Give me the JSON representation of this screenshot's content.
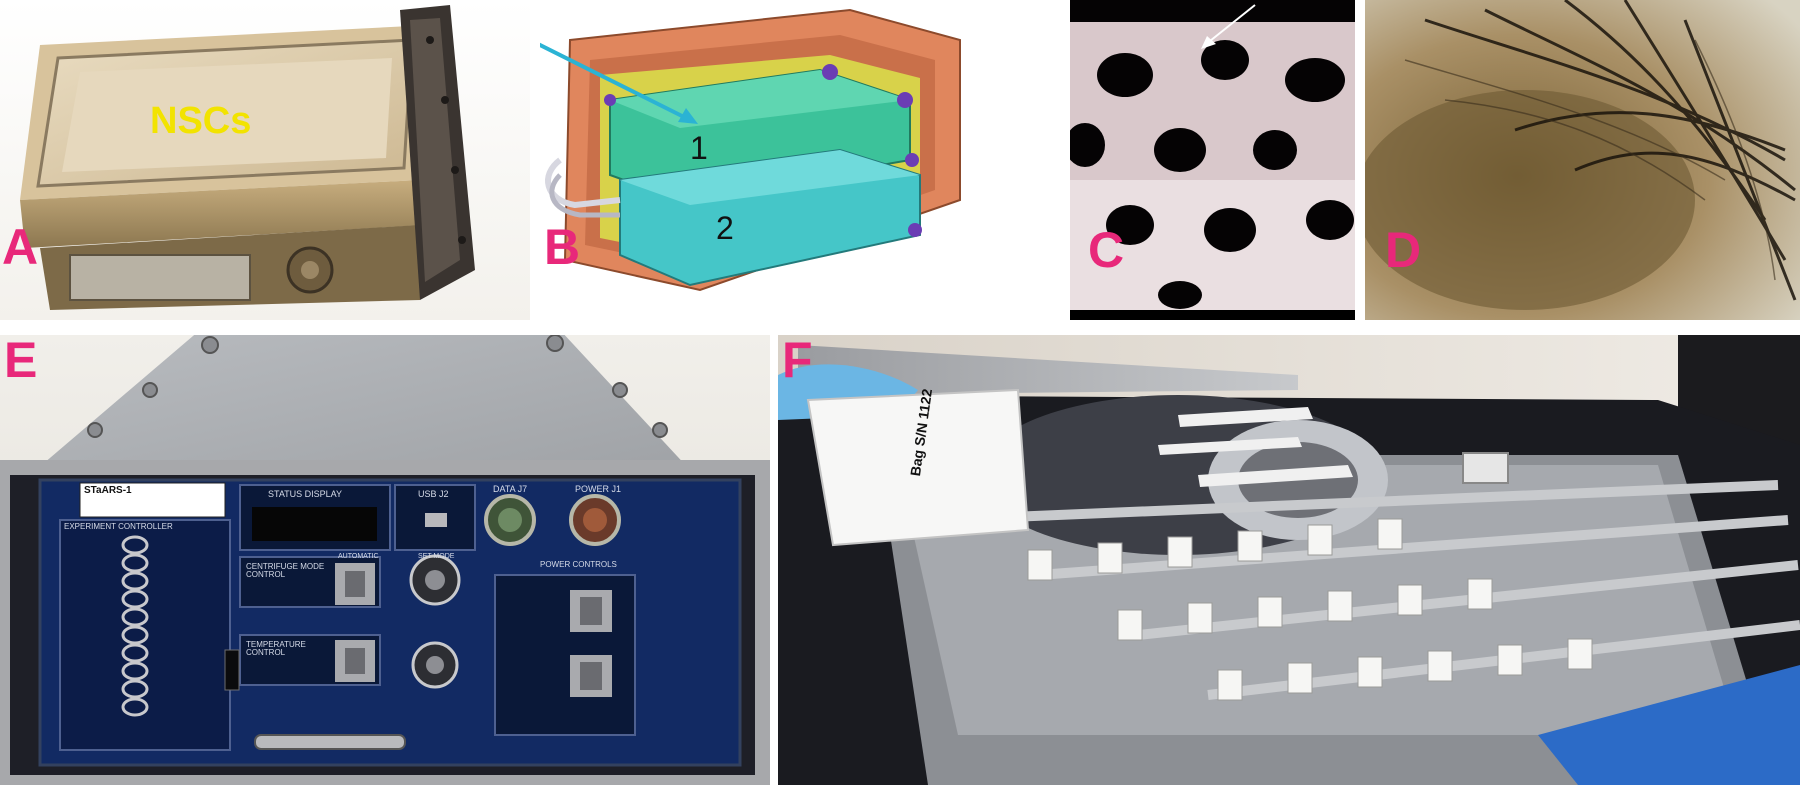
{
  "panels": {
    "a": {
      "label": "A",
      "overlay": "NSCs"
    },
    "b": {
      "label": "B",
      "marker1": "1",
      "marker2": "2"
    },
    "c": {
      "label": "C"
    },
    "d": {
      "label": "D"
    },
    "e": {
      "label": "E",
      "nameplate": "STaARS-1",
      "status_display": "STATUS DISPLAY",
      "usb": "USB J2",
      "data": "DATA J7",
      "power": "POWER J1",
      "experiment_controller": "EXPERIMENT CONTROLLER",
      "centrifuge_control": "CENTRIFUGE MODE CONTROL",
      "temperature_control": "TEMPERATURE CONTROL",
      "power_controls": "POWER CONTROLS",
      "automatic": "AUTOMATIC",
      "set_mode": "SET MODE"
    },
    "f": {
      "label": "F",
      "bag_label": "Bag S/N 1122"
    }
  },
  "colors": {
    "panel_label": "#e8287a",
    "nscs_overlay": "#f2e300",
    "arrow_cyan": "#2bb3d4"
  }
}
